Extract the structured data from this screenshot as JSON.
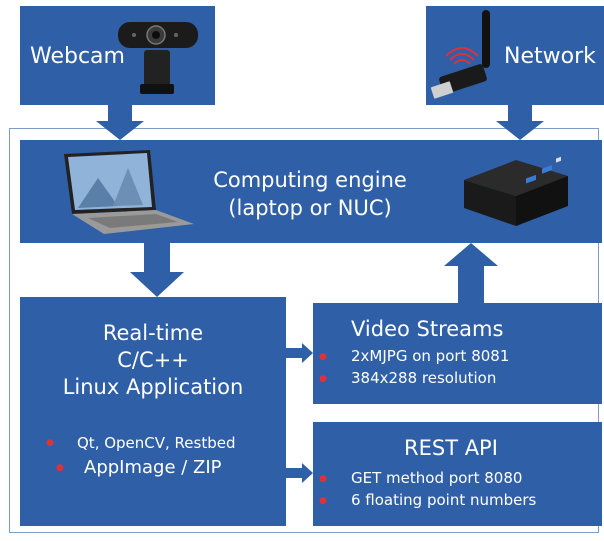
{
  "webcam": {
    "title": "Webcam"
  },
  "network": {
    "title": "Network"
  },
  "engine": {
    "line1": "Computing engine",
    "line2": "(laptop or NUC)"
  },
  "app": {
    "line1": "Real-time",
    "line2": "C/C++",
    "line3": "Linux Application",
    "bullets": [
      "Qt, OpenCV, Restbed",
      "AppImage / ZIP"
    ]
  },
  "video": {
    "title": "Video Streams",
    "bullets": [
      "2xMJPG on port 8081",
      "384x288 resolution"
    ]
  },
  "rest": {
    "title": "REST API",
    "bullets": [
      "GET method port 8080",
      "6 floating point numbers"
    ]
  },
  "colors": {
    "box": "#2f5fa7",
    "bullet": "#e0303a",
    "frame": "#7f9cc8"
  }
}
